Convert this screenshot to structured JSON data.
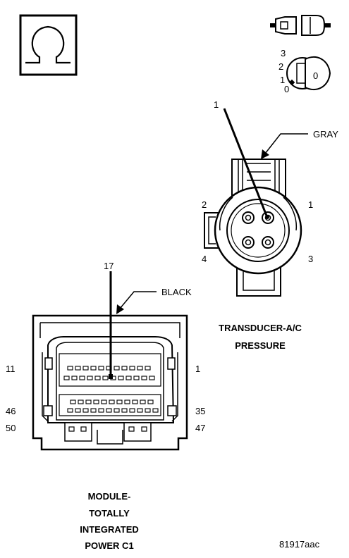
{
  "meter_symbol": "ohm-icon",
  "callouts": {
    "transducer_pin": "1",
    "module_pin": "17"
  },
  "wire_colors": {
    "transducer": "GRAY",
    "module": "BLACK"
  },
  "transducer": {
    "pins": {
      "p1": "1",
      "p2": "2",
      "p3": "3",
      "p4": "4"
    },
    "caption_line1": "TRANSDUCER-A/C",
    "caption_line2": "PRESSURE"
  },
  "module": {
    "pins": {
      "p11": "11",
      "p1": "1",
      "p46": "46",
      "p35": "35",
      "p50": "50",
      "p47": "47"
    },
    "caption_line1": "MODULE-",
    "caption_line2": "TOTALLY",
    "caption_line3": "INTEGRATED",
    "caption_line4": "POWER C1"
  },
  "ignition_positions": [
    "3",
    "2",
    "1",
    "0"
  ],
  "key_label": "0",
  "figure_id": "81917aac"
}
